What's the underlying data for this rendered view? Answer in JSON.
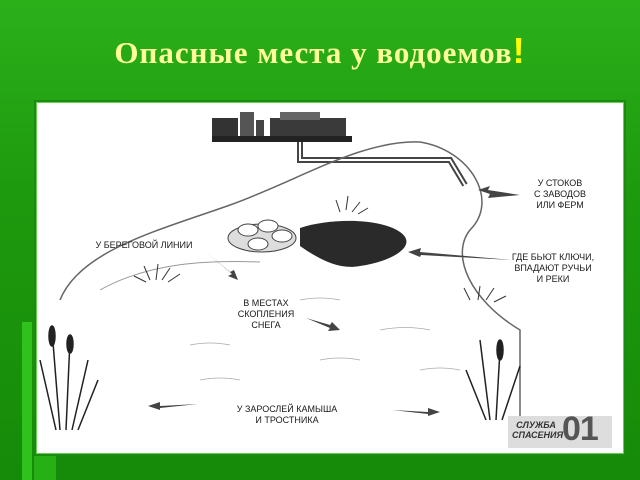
{
  "slide": {
    "title": "Опасные места у водоемов",
    "exclamation": "!"
  },
  "diagram": {
    "labels": {
      "drains": "У СТОКОВ\nС ЗАВОДОВ\nИЛИ ФЕРМ",
      "shoreline": "У БЕРЕГОВОЙ ЛИНИИ",
      "springs": "ГДЕ БЬЮТ КЛЮЧИ,\nВПАДАЮТ РУЧЬИ\nИ РЕКИ",
      "snow": "В МЕСТАХ\nСКОПЛЕНИЯ\nСНЕГА",
      "reeds": "У ЗАРОСЛЕЙ КАМЫША\nИ ТРОСТНИКА"
    },
    "logo": {
      "service_text": "СЛУЖБА\nСПАСЕНИЯ",
      "number": "01"
    }
  },
  "colors": {
    "background": "#1f9a0f",
    "title": "#ffff99",
    "exclamation": "#ffff00"
  }
}
